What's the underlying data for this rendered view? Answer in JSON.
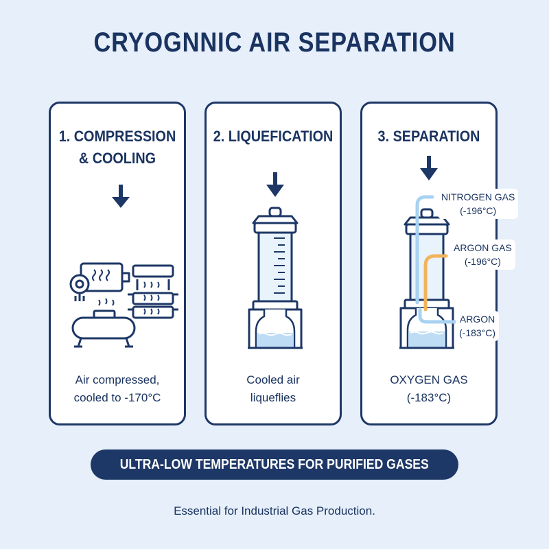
{
  "title": "CRYOGNNIC AIR SEPARATION",
  "steps": [
    {
      "title_line1": "1. COMPRESSION",
      "title_line2": "& COOLING",
      "caption_line1": "Air compressed,",
      "caption_line2": "cooled to -170°C"
    },
    {
      "title_line1": "2. LIQUEFICATION",
      "title_line2": "",
      "caption_line1": "Cooled air",
      "caption_line2": "liqueflies"
    },
    {
      "title_line1": "3. SEPARATION",
      "title_line2": "",
      "caption_line1": "OXYGEN GAS",
      "caption_line2": "(-183°C)"
    }
  ],
  "outputs": [
    {
      "line1": "NITROGEN GAS",
      "line2": "(-196°C)",
      "color": "#a8d2f2"
    },
    {
      "line1": "ARGON GAS",
      "line2": "(-196°C)",
      "color": "#f2b35a"
    },
    {
      "line1": "ARGON",
      "line2": "(-183°C)",
      "color": "#a8d2f2"
    }
  ],
  "banner": "ULTRA-LOW TEMPERATURES FOR PURIFIED GASES",
  "footnote": "Essential for Industrial Gas Production.",
  "colors": {
    "navy": "#1d3766",
    "background": "#e6effa",
    "liquid": "#bfdcf5",
    "orange": "#f2b35a"
  }
}
